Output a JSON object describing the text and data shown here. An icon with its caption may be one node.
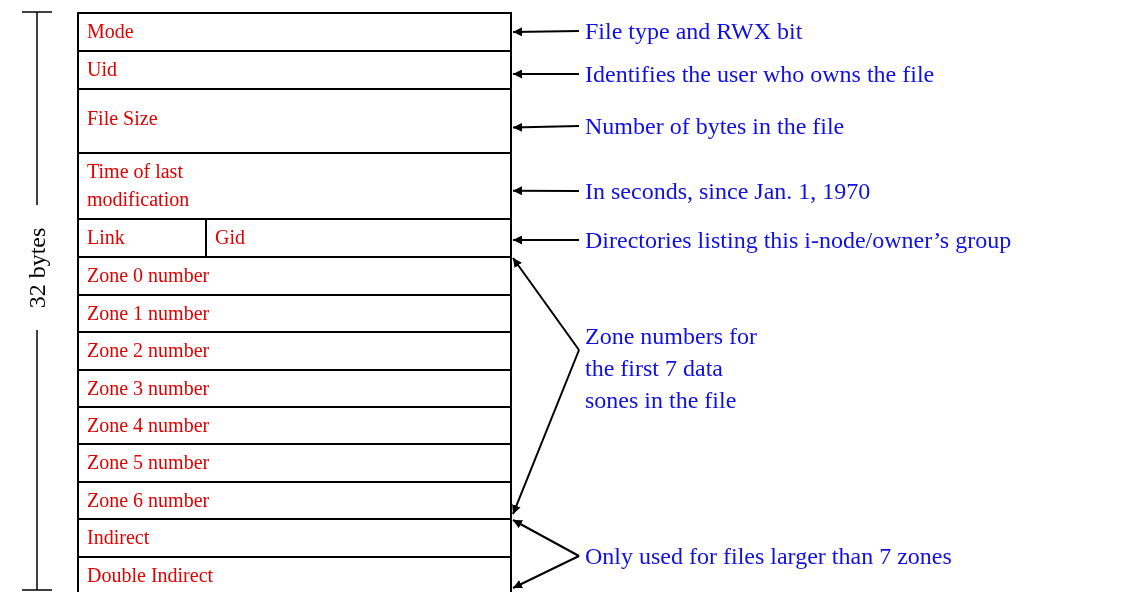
{
  "diagram": {
    "nodes": [
      {
        "text": [
          "Mode"
        ]
      },
      {
        "text": [
          "Uid"
        ]
      },
      {
        "text": [
          "File Size"
        ]
      },
      {
        "text": [
          "Time of last modification"
        ]
      },
      {
        "text": [
          "Link"
        ]
      },
      {
        "text": [
          "Gid"
        ]
      },
      {
        "text": [
          "Zone 0 number"
        ]
      },
      {
        "text": [
          "Zone 1 number"
        ]
      },
      {
        "text": [
          "Zone 2 number"
        ]
      },
      {
        "text": [
          "Zone 3 number"
        ]
      },
      {
        "text": [
          "Zone 4 number"
        ]
      },
      {
        "text": [
          "Zone 5 number"
        ]
      },
      {
        "text": [
          "Zone 6 number"
        ]
      },
      {
        "text": [
          "Indirect"
        ]
      },
      {
        "text": [
          "Double Indirect"
        ]
      },
      {
        "text": [
          "File type and RWX bit"
        ]
      },
      {
        "text": [
          "Identifies the user who owns the file"
        ]
      },
      {
        "text": [
          "Number of bytes in the file"
        ]
      },
      {
        "text": [
          "In seconds, since Jan. 1, 1970"
        ]
      },
      {
        "text": [
          "Directories listing this i-node/owner’s group"
        ]
      },
      {
        "text": [
          "Zone numbers for the first 7 data sones in the file"
        ]
      },
      {
        "text": [
          "Only used for files larger than 7 zones"
        ]
      }
    ],
    "edges": [
      {
        "from": 15,
        "to": 0,
        "arrow": "to"
      },
      {
        "from": 16,
        "to": 1,
        "arrow": "to"
      },
      {
        "from": 17,
        "to": 2,
        "arrow": "to"
      },
      {
        "from": 18,
        "to": 3,
        "arrow": "to"
      },
      {
        "from": 19,
        "to": 5,
        "arrow": "to"
      },
      {
        "from": 20,
        "to": 6,
        "arrow": "to"
      },
      {
        "from": 20,
        "to": 12,
        "arrow": "to"
      },
      {
        "from": 21,
        "to": 13,
        "arrow": "to"
      },
      {
        "from": 21,
        "to": 14,
        "arrow": "to"
      }
    ],
    "labels": [
      "32 bytes"
    ]
  }
}
